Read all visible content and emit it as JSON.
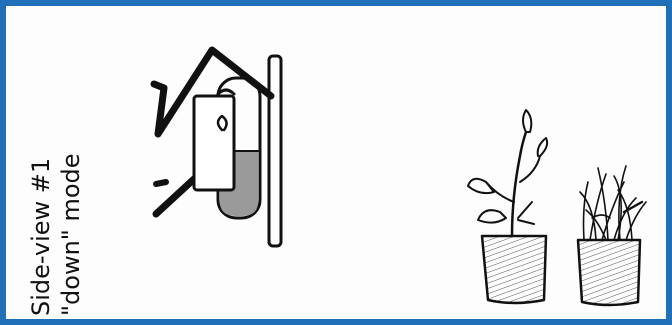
{
  "caption": {
    "line1": "Side-view #1",
    "line2": "\"down\" mode"
  },
  "colors": {
    "border": "#1f70b8",
    "ink": "#111111",
    "shading": "#8a8a8a"
  },
  "icons": {
    "device": "lamp-device-drawing",
    "plant": "leafy-plant-pot-drawing",
    "grass": "grass-pot-drawing"
  }
}
